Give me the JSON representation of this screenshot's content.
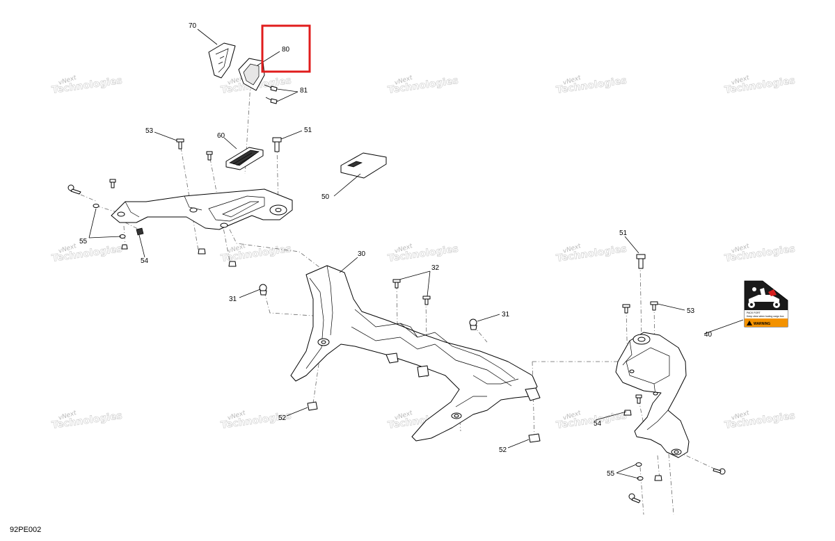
{
  "diagram": {
    "drawing_code": "92PE002",
    "watermark": {
      "line1": "vNext",
      "line2": "Technologies"
    },
    "callouts": [
      "70",
      "80",
      "81",
      "53",
      "60",
      "51",
      "50",
      "55",
      "54",
      "30",
      "32",
      "31",
      "31",
      "52",
      "52",
      "51",
      "53",
      "40",
      "54",
      "55"
    ],
    "decal": {
      "line1": "PACK FORT",
      "line2": "Keep clear when towing cargo box",
      "warning": "WARNING"
    },
    "highlight_color": "#e01c1c"
  }
}
